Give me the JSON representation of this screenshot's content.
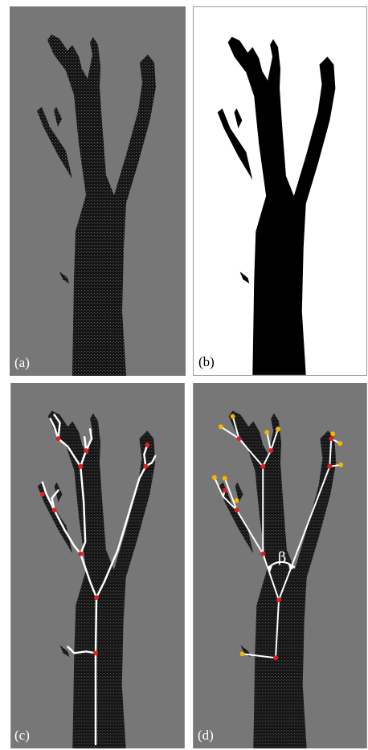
{
  "panels": [
    {
      "id": "a",
      "label": "(a)"
    },
    {
      "id": "b",
      "label": "(b)"
    },
    {
      "id": "c",
      "label": "(c)"
    },
    {
      "id": "d",
      "label": "(d)"
    }
  ],
  "annotation": {
    "angle_symbol": "β"
  },
  "colors": {
    "background_gray": "#777777",
    "tree_dark": "#111111",
    "binary_tree": "#000000",
    "binary_background": "#ffffff",
    "skeleton": "#ffffff",
    "junction_point": "#e0201e",
    "end_point": "#f7b500"
  }
}
